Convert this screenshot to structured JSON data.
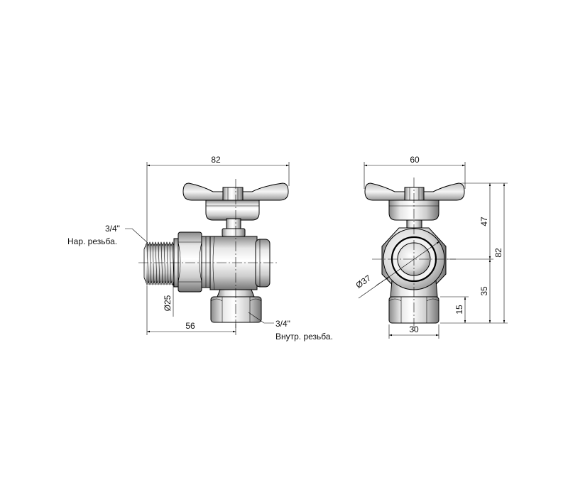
{
  "left_view": {
    "width_dim": "82",
    "thread_male_size": "3/4\"",
    "thread_male_label": "Нар. резьба.",
    "diameter_dim": "Ø25",
    "offset_dim": "56",
    "thread_female_size": "3/4\"",
    "thread_female_label": "Внутр. резьба."
  },
  "right_view": {
    "width_dim": "60",
    "height_upper_dim": "47",
    "height_total_dim": "82",
    "diameter_dim": "Ø37",
    "height_lower_dim": "35",
    "nut_height_dim": "15",
    "nut_width_dim": "30"
  }
}
